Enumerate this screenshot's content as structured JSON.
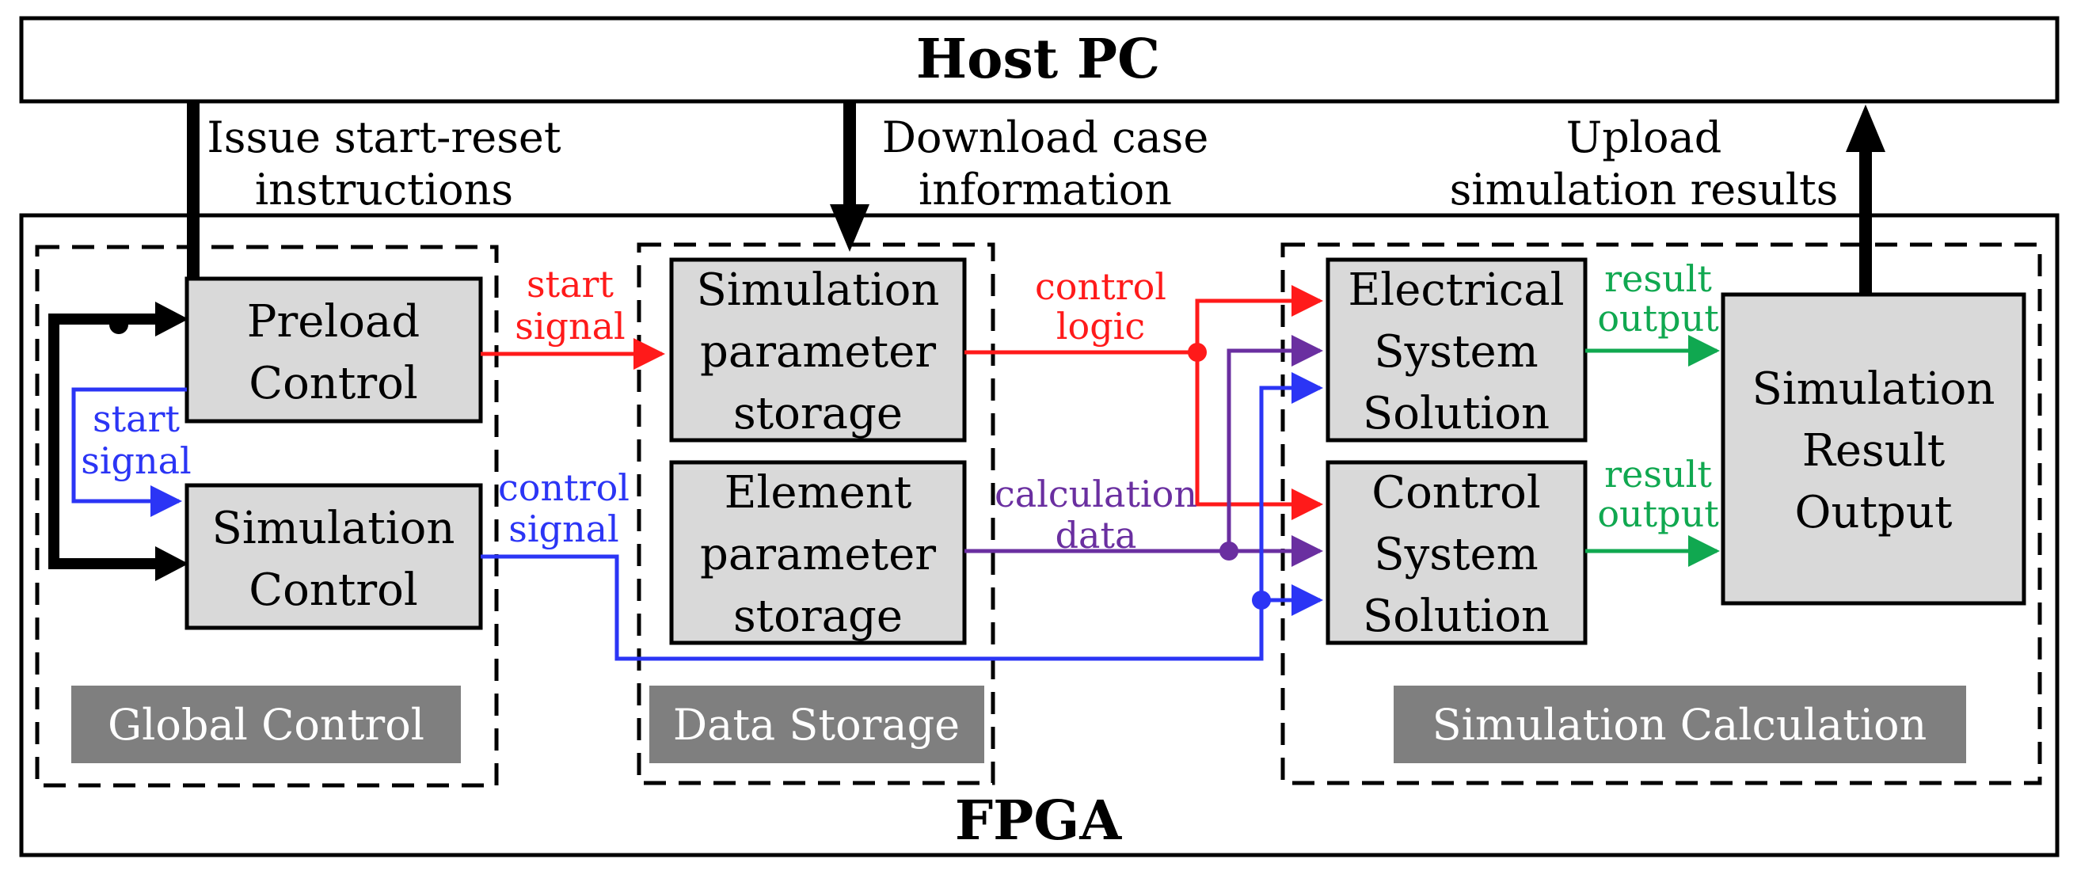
{
  "host": {
    "title": "Host PC"
  },
  "fpga": {
    "title": "FPGA"
  },
  "links": {
    "issue": [
      "Issue start-reset",
      "instructions"
    ],
    "download": [
      "Download case",
      "information"
    ],
    "upload": [
      "Upload",
      "simulation results"
    ]
  },
  "sections": {
    "global": "Global Control",
    "storage": "Data Storage",
    "calc": "Simulation Calculation"
  },
  "blocks": {
    "preload": [
      "Preload",
      "Control"
    ],
    "simctrl": [
      "Simulation",
      "Control"
    ],
    "simparam": [
      "Simulation",
      "parameter",
      "storage"
    ],
    "elemparam": [
      "Element",
      "parameter",
      "storage"
    ],
    "electrical": [
      "Electrical",
      "System",
      "Solution"
    ],
    "controlsys": [
      "Control",
      "System",
      "Solution"
    ],
    "result": [
      "Simulation",
      "Result",
      "Output"
    ]
  },
  "signals": {
    "start_red": [
      "start",
      "signal"
    ],
    "start_blue": [
      "start",
      "signal"
    ],
    "control_signal": [
      "control",
      "signal"
    ],
    "control_logic": [
      "control",
      "logic"
    ],
    "calc_data": [
      "calculation",
      "data"
    ],
    "result_out_1": [
      "result",
      "output"
    ],
    "result_out_2": [
      "result",
      "output"
    ]
  },
  "colors": {
    "red": "#ff1a1a",
    "blue": "#2b35f5",
    "purple": "#6a2fa0",
    "green": "#10a850",
    "block_fill": "#d9d9d9",
    "section_fill": "#7f7f7f"
  }
}
